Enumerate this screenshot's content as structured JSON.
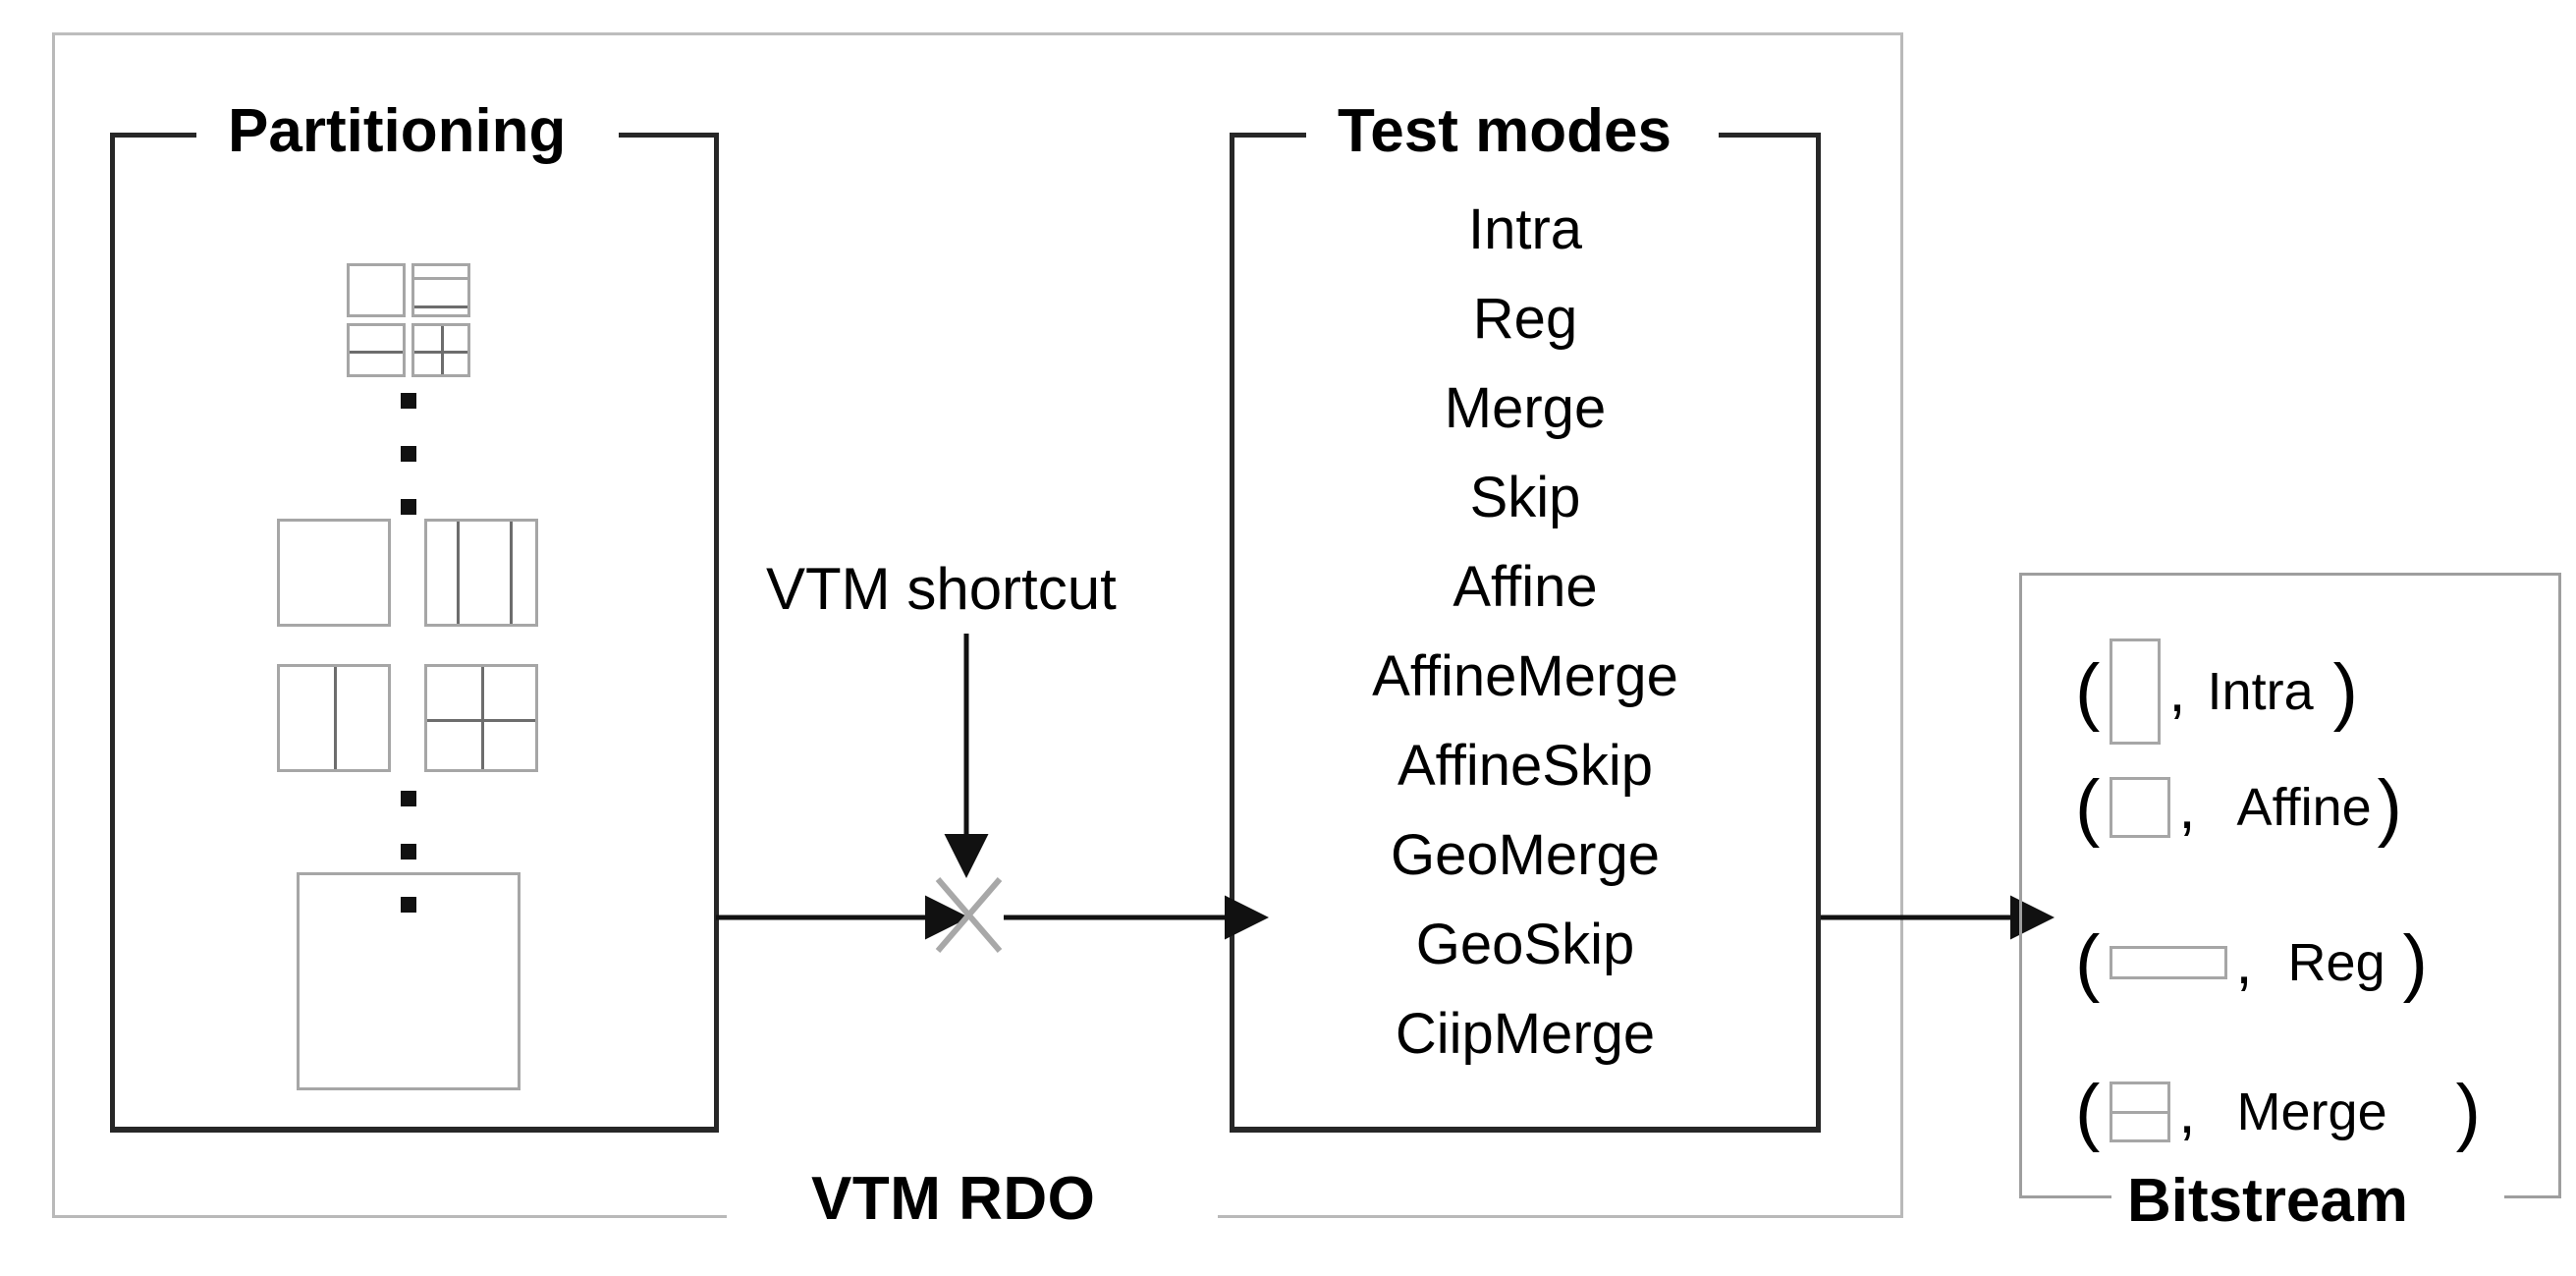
{
  "diagram": {
    "outer_panel": {
      "title": "VTM RDO"
    },
    "partitioning_panel": {
      "title": "Partitioning",
      "ellipsis": "vertical-dots"
    },
    "test_modes_panel": {
      "title": "Test modes",
      "modes": [
        "Intra",
        "Reg",
        "Merge",
        "Skip",
        "Affine",
        "AffineMerge",
        "AffineSkip",
        "GeoMerge",
        "GeoSkip",
        "CiipMerge"
      ]
    },
    "shortcut": {
      "label": "VTM shortcut"
    },
    "bitstream_panel": {
      "title": "Bitstream",
      "open_paren": "(",
      "close_paren": ")",
      "comma": ",",
      "entries": [
        {
          "shape": "tall-rect",
          "mode": "Intra"
        },
        {
          "shape": "square",
          "mode": "Affine"
        },
        {
          "shape": "wide-rect",
          "mode": "Reg"
        },
        {
          "shape": "square-horizontal-split",
          "mode": "Merge"
        }
      ]
    },
    "colors": {
      "inner_border": "#272727",
      "outer_border": "#b9b9b9",
      "block_outline": "#a6a6a6",
      "block_split": "#6d6d6d",
      "arrow": "#111111",
      "cross": "#a8a8a8",
      "text": "#000000"
    }
  }
}
